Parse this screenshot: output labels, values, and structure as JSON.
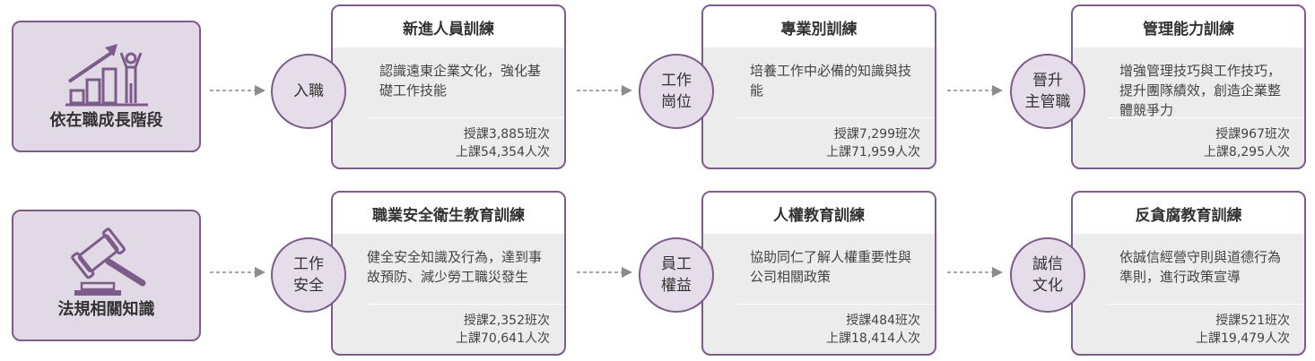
{
  "rows": [
    {
      "side_label": "依在職成長階段",
      "items": [
        {
          "circle": "入職",
          "title": "新進人員訓練",
          "desc": "認識遠東企業文化，強化基礎工作技能",
          "stat1": "授課3,885班次",
          "stat2": "上課54,354人次"
        },
        {
          "circle": "工作\n崗位",
          "title": "專業別訓練",
          "desc": "培養工作中必備的知識與技能",
          "stat1": "授課7,299班次",
          "stat2": "上課71,959人次"
        },
        {
          "circle": "晉升\n主管職",
          "title": "管理能力訓練",
          "desc": "增強管理技巧與工作技巧，提升團隊績效，創造企業整體競爭力",
          "stat1": "授課967班次",
          "stat2": "上課8,295人次"
        }
      ]
    },
    {
      "side_label": "法規相關知識",
      "items": [
        {
          "circle": "工作\n安全",
          "title": "職業安全衛生教育訓練",
          "desc": "健全安全知識及行為，達到事故預防、減少勞工職災發生",
          "stat1": "授課2,352班次",
          "stat2": "上課70,641人次"
        },
        {
          "circle": "員工\n權益",
          "title": "人權教育訓練",
          "desc": "協助同仁了解人權重要性與公司相關政策",
          "stat1": "授課484班次",
          "stat2": "上課18,414人次"
        },
        {
          "circle": "誠信\n文化",
          "title": "反貪腐教育訓練",
          "desc": "依誠信經營守則與道德行為準則，進行政策宣導",
          "stat1": "授課521班次",
          "stat2": "上課19,479人次"
        }
      ]
    }
  ],
  "colors": {
    "border": "#7d5b8a",
    "side_fill": "#e1d9e5",
    "card_fill": "#ececec",
    "arrow": "#8c8c8c"
  }
}
